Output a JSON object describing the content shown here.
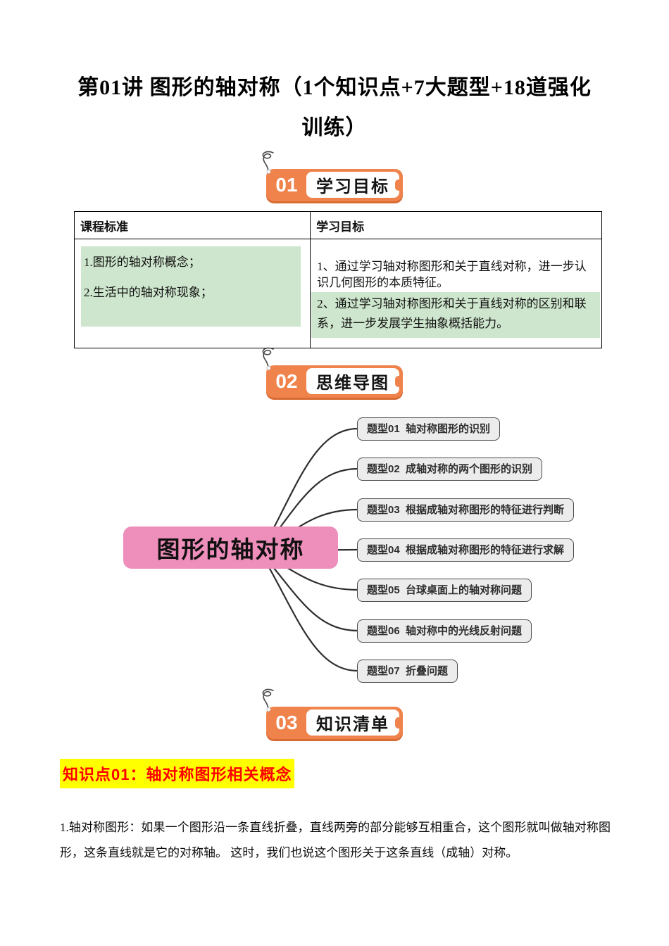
{
  "title": "第01讲 图形的轴对称（1个知识点+7大题型+18道强化训练）",
  "badges": [
    {
      "number": "01",
      "label": "学习目标"
    },
    {
      "number": "02",
      "label": "思维导图"
    },
    {
      "number": "03",
      "label": "知识清单"
    }
  ],
  "table": {
    "col1_header": "课程标准",
    "col2_header": "学习目标",
    "standards": [
      "1.图形的轴对称概念；",
      "2.生活中的轴对称现象；"
    ],
    "goal_plain": "1、通过学习轴对称图形和关于直线对称，进一步认识几何图形的本质特征。",
    "goal_highlighted": "2、通过学习轴对称图形和关于直线对称的区别和联系，进一步发展学生抽象概括能力。"
  },
  "mindmap": {
    "center": "图形的轴对称",
    "branches": [
      "题型01  轴对称图形的识别",
      "题型02  成轴对称的两个图形的识别",
      "题型03  根据成轴对称图形的特征进行判断",
      "题型04  根据成轴对称图形的特征进行求解",
      "题型05  台球桌面上的轴对称问题",
      "题型06  轴对称中的光线反射问题",
      "题型07  折叠问题"
    ]
  },
  "knowledge": {
    "heading": "知识点01：轴对称图形相关概念",
    "definition": "1.轴对称图形：如果一个图形沿一条直线折叠，直线两旁的部分能够互相重合，这个图形就叫做轴对称图形，这条直线就是它的对称轴。 这时，我们也说这个图形关于这条直线（成轴）对称。"
  },
  "colors": {
    "accent_orange": "#F0824B",
    "node_pink": "#EE8EBB",
    "highlight_green": "#CEE6CD",
    "heading_red": "#FF0000",
    "heading_yellow": "#FFFF00"
  }
}
